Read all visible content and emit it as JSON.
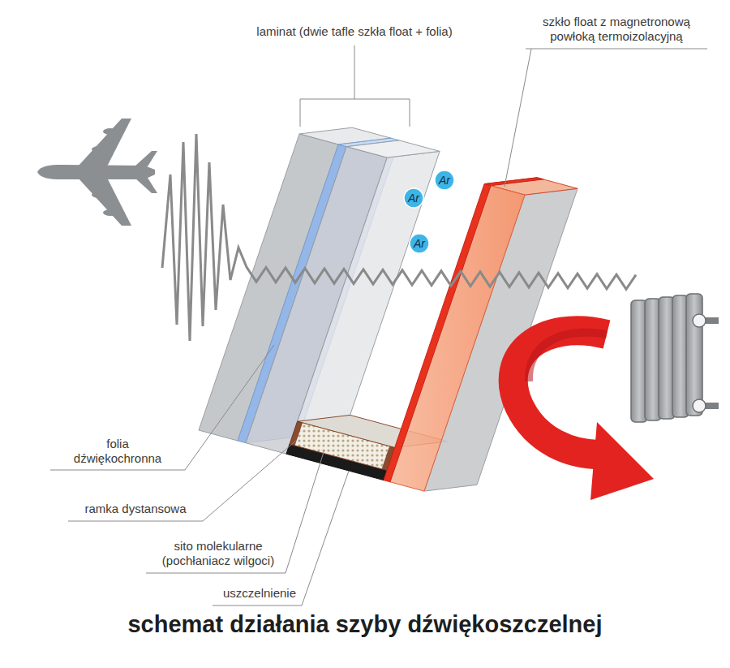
{
  "diagram": {
    "title": "schemat działania szyby dźwiękoszczelnej",
    "nodes": [
      {
        "text": [
          "Ar"
        ]
      },
      {
        "text": [
          "Ar"
        ]
      },
      {
        "text": [
          "Ar"
        ]
      }
    ],
    "labels": [
      "laminat (dwie tafle szkła float + folia)",
      "szkło float z magnetronową powłoką termoizolacyjną",
      "folia dźwiękochronna",
      "ramka dystansowa",
      "sito molekularne (pochłaniacz wilgoci)",
      "uszczelnienie"
    ]
  }
}
